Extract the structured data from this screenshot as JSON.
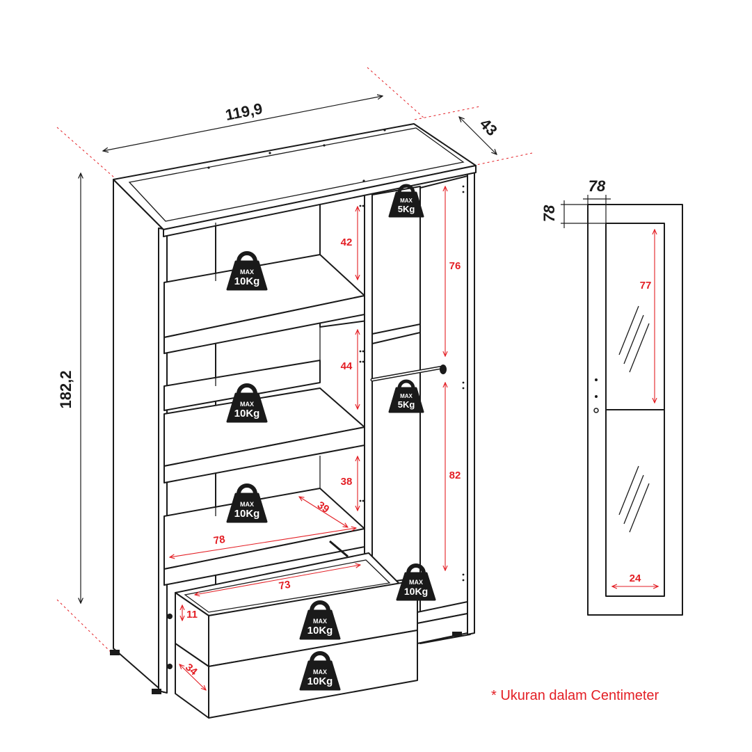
{
  "dimensions": {
    "width": "119,9",
    "depth": "43",
    "height": "182,2",
    "door_frame_top": "78",
    "door_frame_side": "78",
    "door_mirror_height": "77",
    "door_mirror_width": "24"
  },
  "inner_dimensions": {
    "shelf_gap_1": "42",
    "shelf_gap_2": "44",
    "shelf_gap_3": "38",
    "hanging_upper": "76",
    "hanging_lower": "82",
    "shelf_depth": "39",
    "shelf_width": "78",
    "drawer_width": "73",
    "drawer_height": "11",
    "drawer_depth": "34"
  },
  "load_labels": {
    "max": "MAX",
    "ten": "10Kg",
    "five": "5Kg"
  },
  "colors": {
    "line": "#1a1a1a",
    "accent": "#e31e24",
    "weight_icon": "#1a1a1a"
  },
  "footnote": "* Ukuran dalam Centimeter"
}
